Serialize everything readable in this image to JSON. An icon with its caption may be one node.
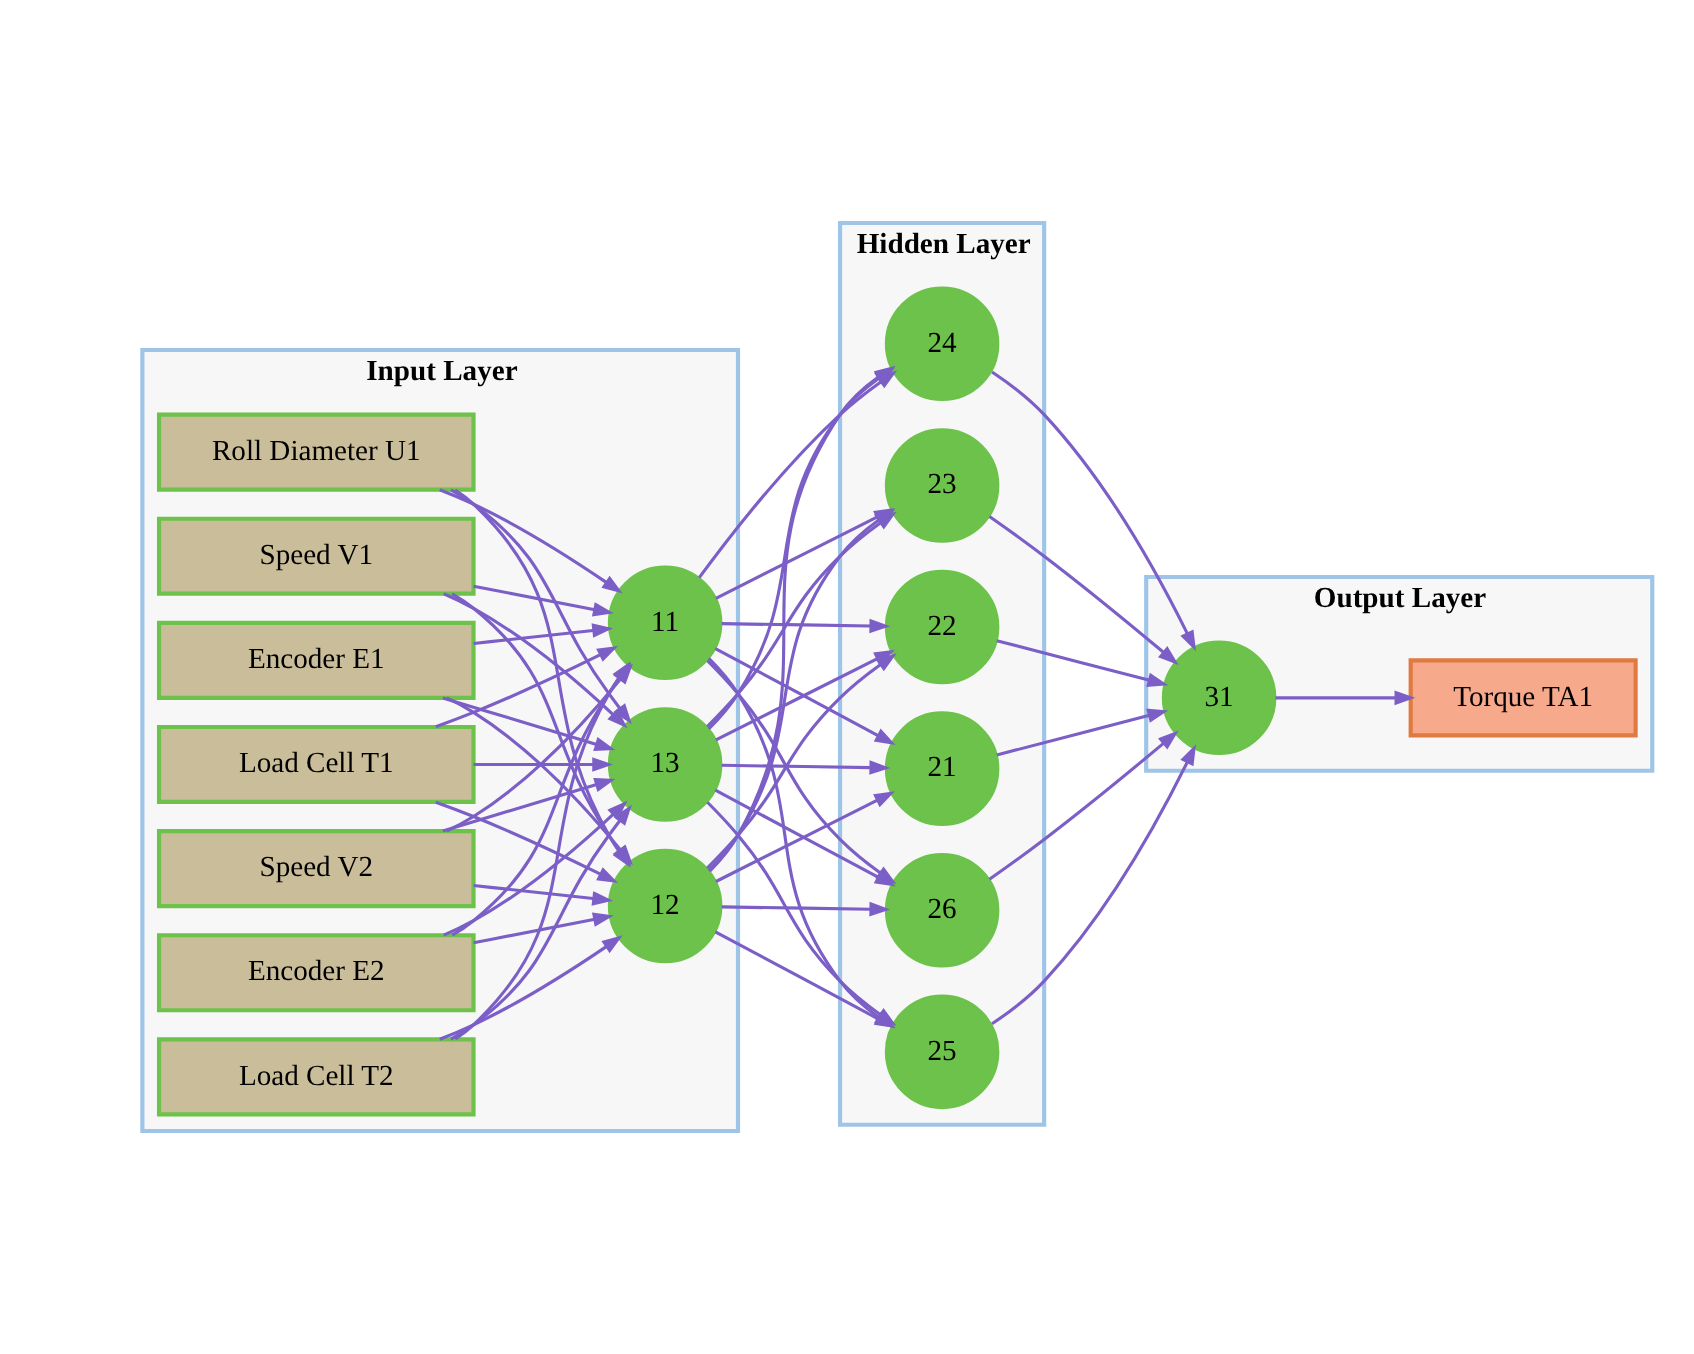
{
  "diagram": {
    "nodes": [
      {
        "text": [
          "Input Layer"
        ]
      },
      {
        "text": [
          "Load Cell T1"
        ],
        "in": 0
      },
      {
        "text": [
          "Encoder E1"
        ],
        "in": 0
      },
      {
        "text": [
          "Speed V1"
        ],
        "in": 0
      },
      {
        "text": [
          "Roll Diameter U1"
        ],
        "in": 0
      },
      {
        "text": [
          "Load Cell T2"
        ],
        "in": 0
      },
      {
        "text": [
          "Encoder E2"
        ],
        "in": 0
      },
      {
        "text": [
          "Speed V2"
        ],
        "in": 0
      },
      {
        "text": [
          "11"
        ],
        "in": 0
      },
      {
        "text": [
          "12"
        ],
        "in": 0
      },
      {
        "text": [
          "13"
        ],
        "in": 0
      },
      {
        "text": [
          "Hidden Layer"
        ]
      },
      {
        "text": [
          "21"
        ],
        "in": 11
      },
      {
        "text": [
          "22"
        ],
        "in": 11
      },
      {
        "text": [
          "23"
        ],
        "in": 11
      },
      {
        "text": [
          "24"
        ],
        "in": 11
      },
      {
        "text": [
          "25"
        ],
        "in": 11
      },
      {
        "text": [
          "26"
        ],
        "in": 11
      },
      {
        "text": [
          "Output Layer"
        ]
      },
      {
        "text": [
          "31"
        ],
        "in": 18
      },
      {
        "text": [
          "Torque TA1"
        ],
        "in": 18
      }
    ],
    "edges": [
      {
        "from": 1,
        "to": 8,
        "arrow": "to"
      },
      {
        "from": 1,
        "to": 9,
        "arrow": "to"
      },
      {
        "from": 1,
        "to": 10,
        "arrow": "to"
      },
      {
        "from": 2,
        "to": 8,
        "arrow": "to"
      },
      {
        "from": 2,
        "to": 9,
        "arrow": "to"
      },
      {
        "from": 2,
        "to": 10,
        "arrow": "to"
      },
      {
        "from": 3,
        "to": 8,
        "arrow": "to"
      },
      {
        "from": 3,
        "to": 9,
        "arrow": "to"
      },
      {
        "from": 3,
        "to": 10,
        "arrow": "to"
      },
      {
        "from": 4,
        "to": 8,
        "arrow": "to"
      },
      {
        "from": 4,
        "to": 9,
        "arrow": "to"
      },
      {
        "from": 4,
        "to": 10,
        "arrow": "to"
      },
      {
        "from": 5,
        "to": 8,
        "arrow": "to"
      },
      {
        "from": 5,
        "to": 9,
        "arrow": "to"
      },
      {
        "from": 5,
        "to": 10,
        "arrow": "to"
      },
      {
        "from": 6,
        "to": 8,
        "arrow": "to"
      },
      {
        "from": 6,
        "to": 9,
        "arrow": "to"
      },
      {
        "from": 6,
        "to": 10,
        "arrow": "to"
      },
      {
        "from": 7,
        "to": 8,
        "arrow": "to"
      },
      {
        "from": 7,
        "to": 9,
        "arrow": "to"
      },
      {
        "from": 7,
        "to": 10,
        "arrow": "to"
      },
      {
        "from": 8,
        "to": 12,
        "arrow": "to"
      },
      {
        "from": 8,
        "to": 13,
        "arrow": "to"
      },
      {
        "from": 8,
        "to": 14,
        "arrow": "to"
      },
      {
        "from": 8,
        "to": 15,
        "arrow": "to"
      },
      {
        "from": 8,
        "to": 16,
        "arrow": "to"
      },
      {
        "from": 8,
        "to": 17,
        "arrow": "to"
      },
      {
        "from": 9,
        "to": 12,
        "arrow": "to"
      },
      {
        "from": 9,
        "to": 13,
        "arrow": "to"
      },
      {
        "from": 9,
        "to": 14,
        "arrow": "to"
      },
      {
        "from": 9,
        "to": 15,
        "arrow": "to"
      },
      {
        "from": 9,
        "to": 16,
        "arrow": "to"
      },
      {
        "from": 9,
        "to": 17,
        "arrow": "to"
      },
      {
        "from": 10,
        "to": 12,
        "arrow": "to"
      },
      {
        "from": 10,
        "to": 13,
        "arrow": "to"
      },
      {
        "from": 10,
        "to": 14,
        "arrow": "to"
      },
      {
        "from": 10,
        "to": 15,
        "arrow": "to"
      },
      {
        "from": 10,
        "to": 16,
        "arrow": "to"
      },
      {
        "from": 10,
        "to": 17,
        "arrow": "to"
      },
      {
        "from": 12,
        "to": 19,
        "arrow": "to"
      },
      {
        "from": 13,
        "to": 19,
        "arrow": "to"
      },
      {
        "from": 14,
        "to": 19,
        "arrow": "to"
      },
      {
        "from": 15,
        "to": 19,
        "arrow": "to"
      },
      {
        "from": 16,
        "to": 19,
        "arrow": "to"
      },
      {
        "from": 17,
        "to": 19,
        "arrow": "to"
      },
      {
        "from": 19,
        "to": 20,
        "arrow": "to"
      }
    ]
  }
}
